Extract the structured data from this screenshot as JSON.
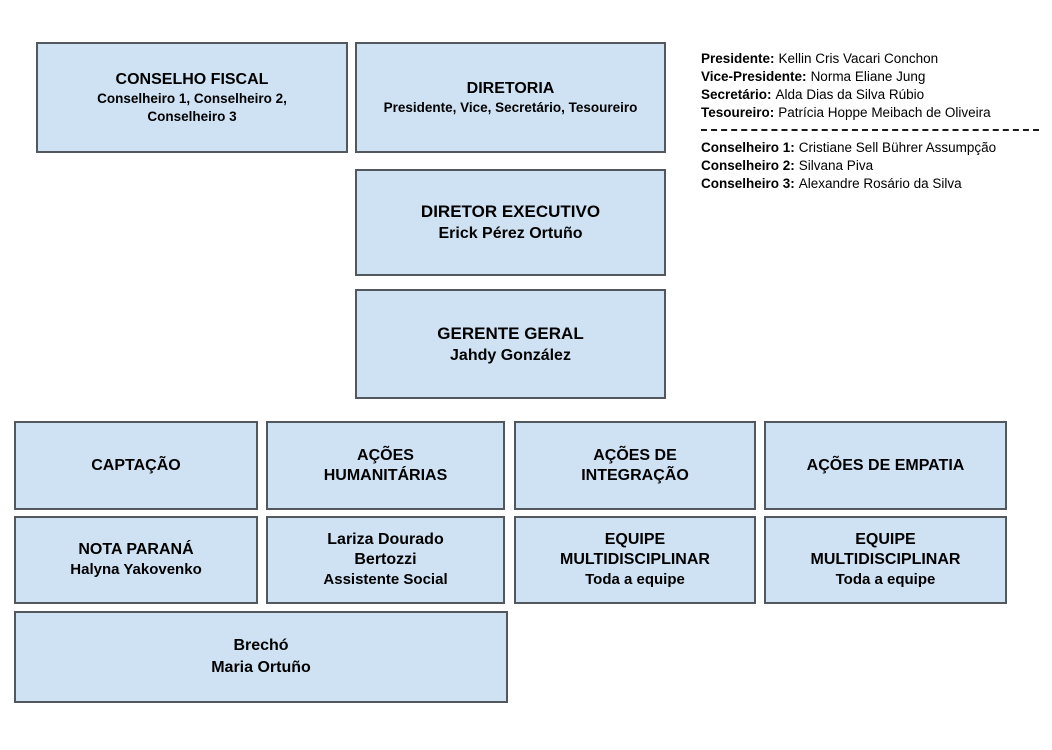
{
  "colors": {
    "box_fill": "#cfe2f3",
    "box_border": "#53585e",
    "text": "#000000"
  },
  "boxes": {
    "conselho_fiscal": {
      "title": "CONSELHO FISCAL",
      "subtitle": "Conselheiro 1, Conselheiro 2,\nConselheiro 3"
    },
    "diretoria": {
      "title": "DIRETORIA",
      "subtitle": "Presidente, Vice, Secretário, Tesoureiro"
    },
    "diretor_executivo": {
      "title": "DIRETOR EXECUTIVO",
      "subtitle": "Erick Pérez Ortuño"
    },
    "gerente_geral": {
      "title": "GERENTE GERAL",
      "subtitle": "Jahdy González"
    },
    "captacao": {
      "title": "CAPTAÇÃO"
    },
    "acoes_humanitarias": {
      "title": "AÇÕES\nHUMANITÁRIAS"
    },
    "acoes_integracao": {
      "title": "AÇÕES DE\nINTEGRAÇÃO"
    },
    "acoes_empatia": {
      "title": "AÇÕES DE EMPATIA"
    },
    "nota_parana": {
      "title": "NOTA PARANÁ",
      "subtitle": "Halyna Yakovenko"
    },
    "assistente_social": {
      "title": "Lariza Dourado\nBertozzi",
      "subtitle": "Assistente Social"
    },
    "equipe_multidisciplinar_1": {
      "title": "EQUIPE\nMULTIDISCIPLINAR",
      "subtitle": "Toda a equipe"
    },
    "equipe_multidisciplinar_2": {
      "title": "EQUIPE\nMULTIDISCIPLINAR",
      "subtitle": "Toda a equipe"
    },
    "brecho": {
      "title": "Brechó",
      "subtitle": "Maria Ortuño"
    }
  },
  "legend": {
    "officers": [
      {
        "label": "Presidente:",
        "value": "Kellin Cris Vacari Conchon"
      },
      {
        "label": "Vice-Presidente:",
        "value": "Norma Eliane Jung"
      },
      {
        "label": "Secretário:",
        "value": "Alda Dias da Silva Rúbio"
      },
      {
        "label": "Tesoureiro:",
        "value": "Patrícia Hoppe Meibach de Oliveira"
      }
    ],
    "counselors": [
      {
        "label": "Conselheiro 1:",
        "value": "Cristiane Sell Bührer Assumpção"
      },
      {
        "label": "Conselheiro 2:",
        "value": "Silvana Piva"
      },
      {
        "label": "Conselheiro 3:",
        "value": "Alexandre Rosário da Silva"
      }
    ]
  }
}
